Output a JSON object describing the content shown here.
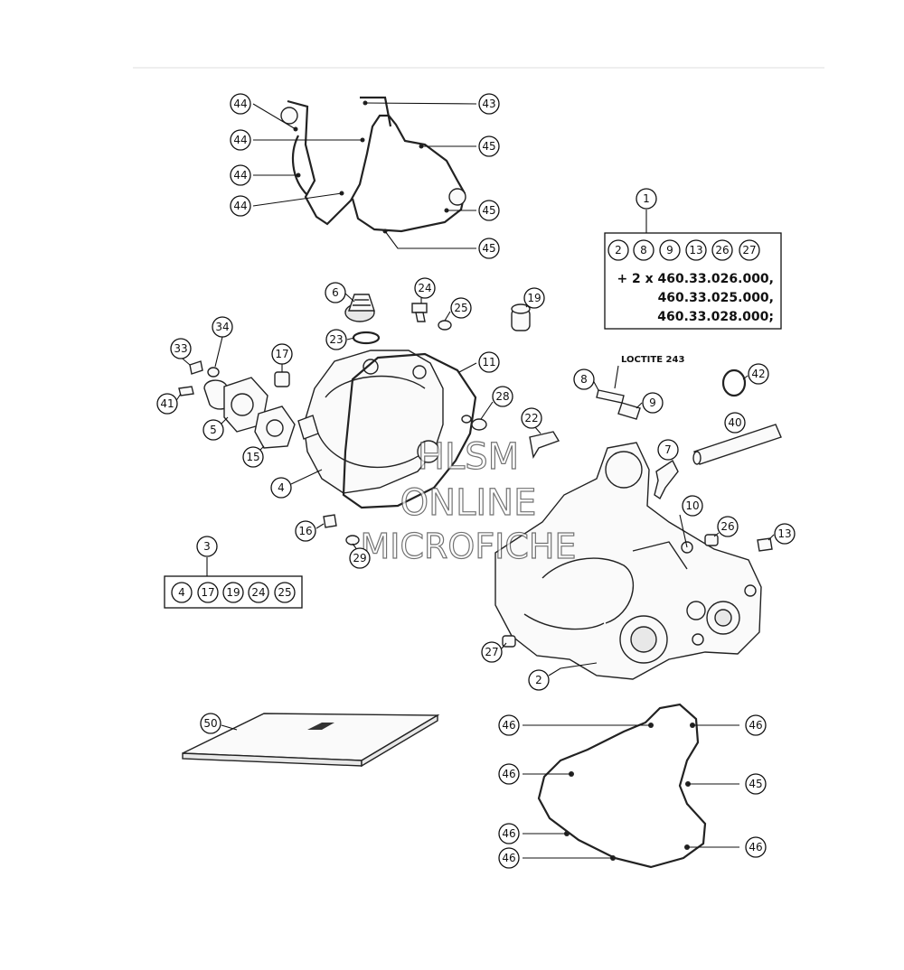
{
  "kits": {
    "kit1": {
      "number": "1",
      "parts": [
        "2",
        "8",
        "9",
        "13",
        "26",
        "27"
      ],
      "lines": [
        "+ 2 x 460.33.026.000,",
        "460.33.025.000,",
        "460.33.028.000;"
      ]
    },
    "kit3": {
      "number": "3",
      "parts": [
        "4",
        "17",
        "19",
        "24",
        "25"
      ]
    }
  },
  "loctite_label": "LOCTITE 243",
  "watermark": [
    "HLSM",
    "ONLINE",
    "MICROFICHE"
  ],
  "callouts": {
    "c44a": "44",
    "c44b": "44",
    "c44c": "44",
    "c44d": "44",
    "c43": "43",
    "c45a": "45",
    "c45b": "45",
    "c45c": "45",
    "c6": "6",
    "c23": "23",
    "c24": "24",
    "c25": "25",
    "c19": "19",
    "c34": "34",
    "c33": "33",
    "c41": "41",
    "c5": "5",
    "c17": "17",
    "c15": "15",
    "c4": "4",
    "c11": "11",
    "c28": "28",
    "c22": "22",
    "c16": "16",
    "c29": "29",
    "c8": "8",
    "c9": "9",
    "c42": "42",
    "c40": "40",
    "c7": "7",
    "c10": "10",
    "c26": "26",
    "c13": "13",
    "c27": "27",
    "c2": "2",
    "c50": "50",
    "c46a": "46",
    "c46b": "46",
    "c46c": "46",
    "c46d": "46",
    "c46e": "46",
    "c45d": "45"
  }
}
